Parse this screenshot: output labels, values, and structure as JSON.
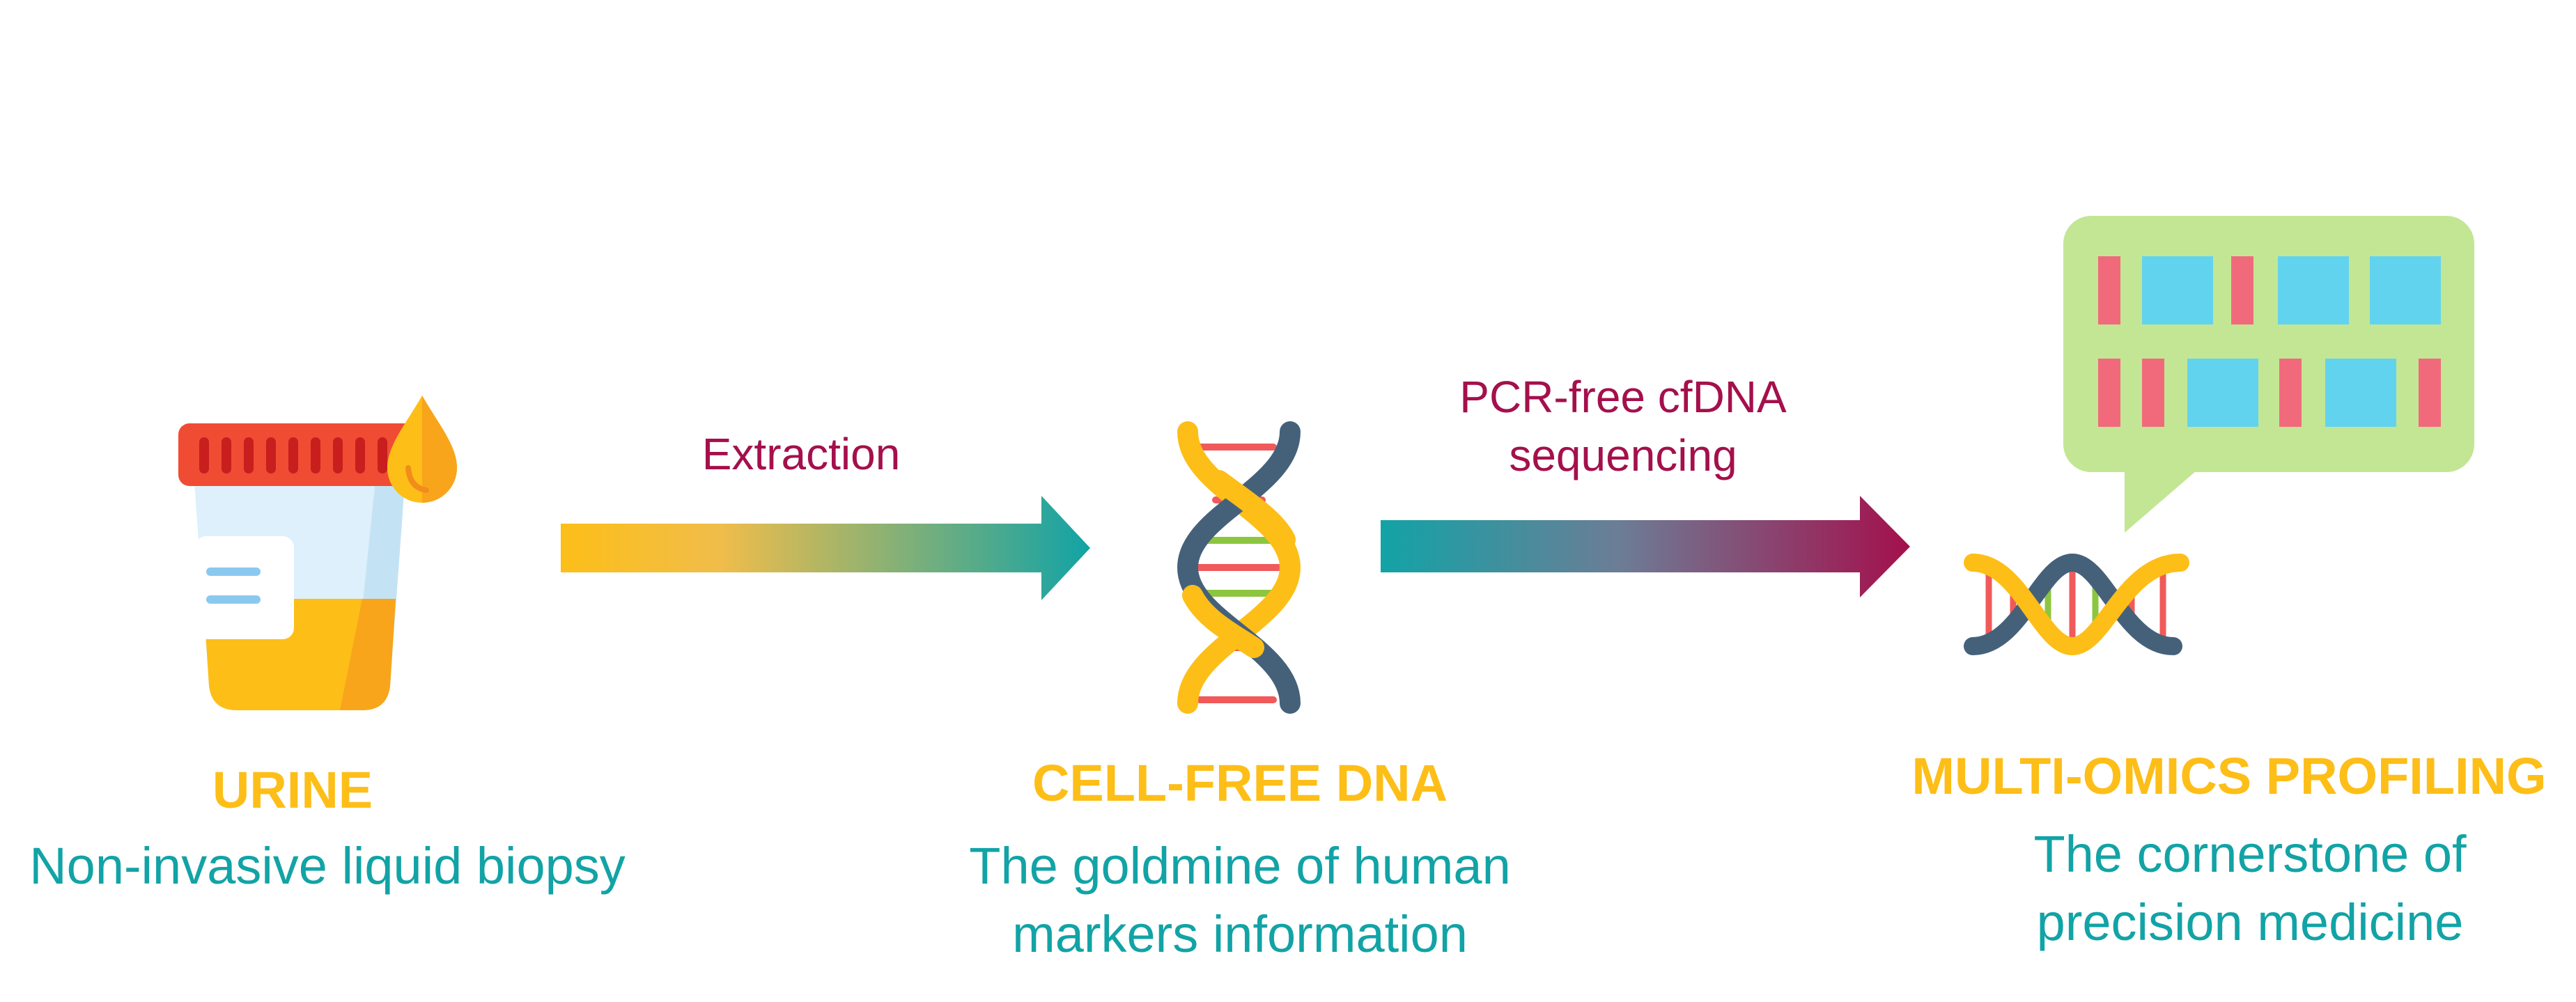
{
  "colors": {
    "heading": "#FDBE18",
    "subtitle": "#12A3A6",
    "arrow_label": "#A4104C",
    "arrow1_start": "#FDBE18",
    "arrow1_end": "#12A3A6",
    "arrow2_start": "#12A3A6",
    "arrow2_end": "#A4104C"
  },
  "stages": [
    {
      "icon": "urine-cup-icon",
      "title": "URINE",
      "subtitle": "Non-invasive liquid biopsy"
    },
    {
      "icon": "dna-helix-icon",
      "title": "CELL-FREE DNA",
      "subtitle_lines": [
        "The goldmine of human",
        "markers information"
      ]
    },
    {
      "icon": "dna-data-icon",
      "title": "MULTI-OMICS PROFILING",
      "subtitle_lines": [
        "The cornerstone of",
        "precision medicine"
      ]
    }
  ],
  "arrows": [
    {
      "icon": "gradient-arrow",
      "label_lines": [
        "Extraction"
      ]
    },
    {
      "icon": "gradient-arrow",
      "label_lines": [
        "PCR-free cfDNA",
        "sequencing"
      ]
    }
  ]
}
